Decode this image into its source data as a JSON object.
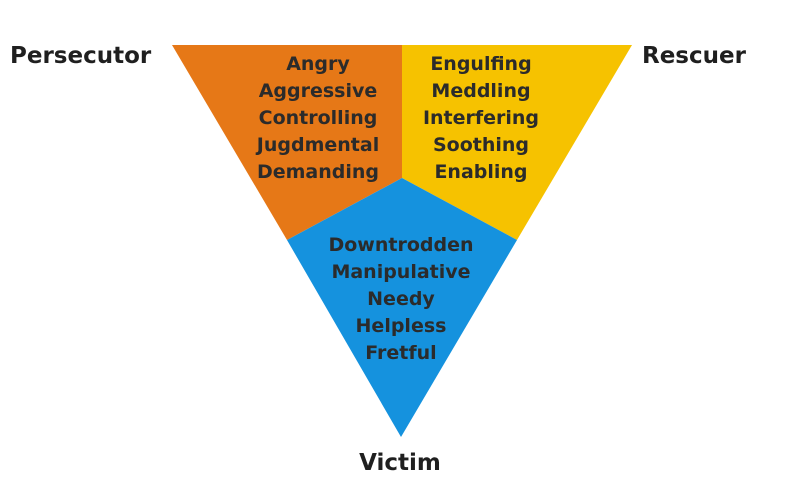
{
  "roles": {
    "persecutor": {
      "label": "Persecutor",
      "color": "#e67817",
      "traits": [
        "Angry",
        "Aggressive",
        "Controlling",
        "Jugdmental",
        "Demanding"
      ]
    },
    "rescuer": {
      "label": "Rescuer",
      "color": "#f6c200",
      "traits": [
        "Engulfing",
        "Meddling",
        "Interfering",
        "Soothing",
        "Enabling"
      ]
    },
    "victim": {
      "label": "Victim",
      "color": "#1592de",
      "traits": [
        "Downtrodden",
        "Manipulative",
        "Needy",
        "Helpless",
        "Fretful"
      ]
    }
  }
}
